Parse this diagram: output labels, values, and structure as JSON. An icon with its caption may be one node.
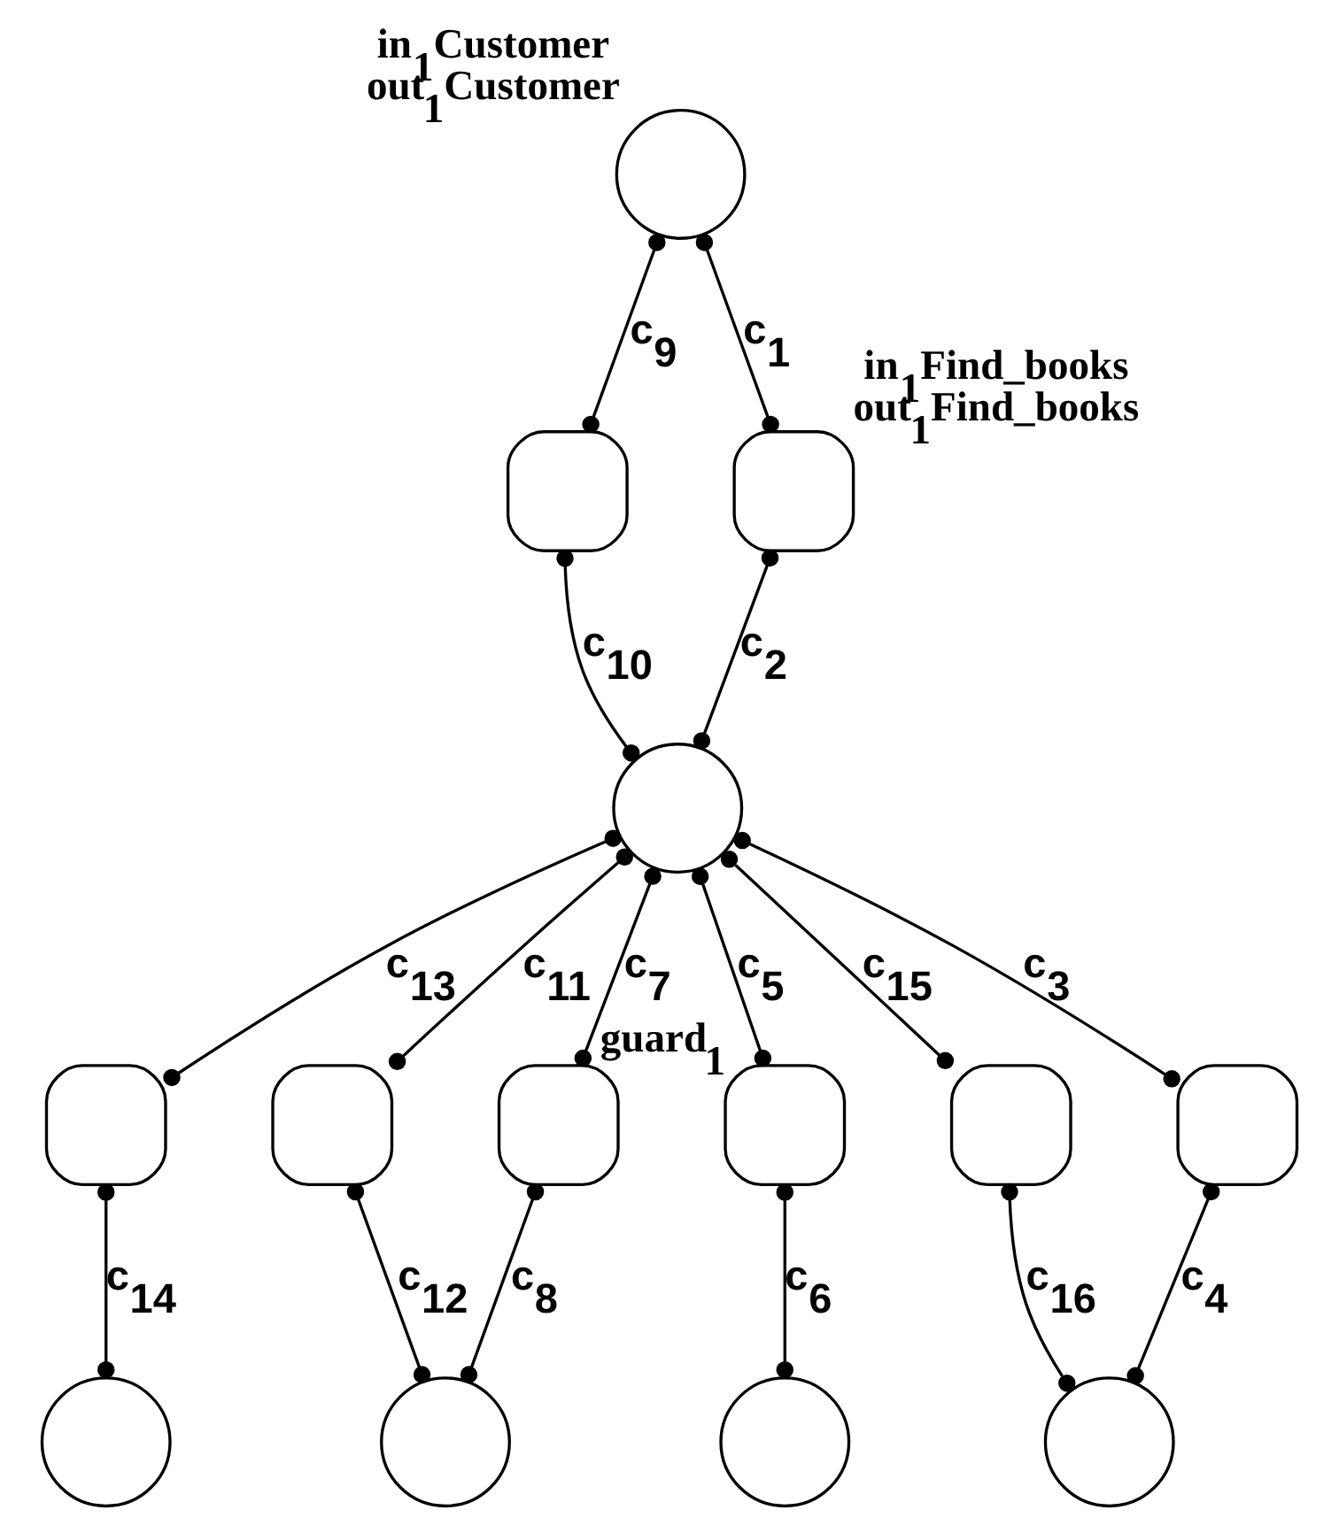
{
  "diagram": {
    "nodes": [
      {
        "text": [],
        "shape": "circle",
        "beside": [
          "in$_{1}$Customer",
          "out$_{1}$Customer"
        ]
      },
      {
        "text": [],
        "shape": "box"
      },
      {
        "text": [],
        "shape": "box",
        "beside": [
          "in$_{1}$Find_books",
          "out$_{1}$Find_books"
        ]
      },
      {
        "text": [],
        "shape": "circle"
      },
      {
        "text": [],
        "shape": "box"
      },
      {
        "text": [],
        "shape": "circle"
      },
      {
        "text": [],
        "shape": "box"
      },
      {
        "text": [],
        "shape": "box"
      },
      {
        "text": [],
        "shape": "box",
        "beside": [
          "guard$_{1}$"
        ]
      },
      {
        "text": [],
        "shape": "box"
      },
      {
        "text": [],
        "shape": "box"
      },
      {
        "text": [],
        "shape": "circle"
      },
      {
        "text": [],
        "shape": "circle"
      },
      {
        "text": [],
        "shape": "circle"
      }
    ],
    "edges": [
      {
        "from": 0,
        "to": 2,
        "arrow": "other",
        "label": "c$_{1}$"
      },
      {
        "from": 2,
        "to": 3,
        "arrow": "other",
        "label": "c$_{2}$"
      },
      {
        "from": 3,
        "to": 10,
        "arrow": "other",
        "label": "c$_{3}$"
      },
      {
        "from": 10,
        "to": 13,
        "arrow": "other",
        "label": "c$_{4}$"
      },
      {
        "from": 3,
        "to": 8,
        "arrow": "other",
        "label": "c$_{5}$"
      },
      {
        "from": 8,
        "to": 12,
        "arrow": "other",
        "label": "c$_{6}$"
      },
      {
        "from": 3,
        "to": 7,
        "arrow": "other",
        "label": "c$_{7}$"
      },
      {
        "from": 7,
        "to": 11,
        "arrow": "other",
        "label": "c$_{8}$"
      },
      {
        "from": 0,
        "to": 1,
        "arrow": "other",
        "label": "c$_{9}$"
      },
      {
        "from": 1,
        "to": 3,
        "arrow": "other",
        "label": "c$_{10}$"
      },
      {
        "from": 3,
        "to": 6,
        "arrow": "other",
        "label": "c$_{11}$"
      },
      {
        "from": 6,
        "to": 11,
        "arrow": "other",
        "label": "c$_{12}$"
      },
      {
        "from": 3,
        "to": 4,
        "arrow": "other",
        "label": "c$_{13}$"
      },
      {
        "from": 4,
        "to": 5,
        "arrow": "other",
        "label": "c$_{14}$"
      },
      {
        "from": 3,
        "to": 9,
        "arrow": "other",
        "label": "c$_{15}$"
      },
      {
        "from": 9,
        "to": 13,
        "arrow": "other",
        "label": "c$_{16}$"
      }
    ]
  }
}
